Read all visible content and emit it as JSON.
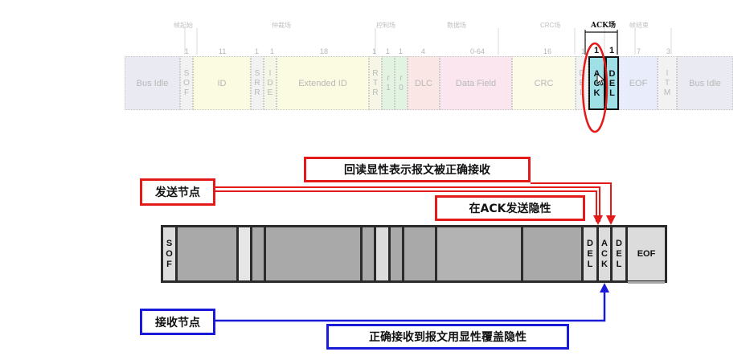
{
  "top_frame": {
    "section_labels": [
      "帧起始",
      "仲裁场",
      "控制场",
      "数据场",
      "CRC场",
      "ACK场",
      "帧结束"
    ],
    "bit_counts": [
      "1",
      "11",
      "1",
      "1",
      "18",
      "1",
      "1",
      "1",
      "4",
      "0-64",
      "16",
      "1",
      "1",
      "1",
      "7",
      "3"
    ],
    "fields": {
      "bus_idle_left": "Bus Idle",
      "sof": [
        "S",
        "O",
        "F"
      ],
      "id": "ID",
      "srr": [
        "S",
        "R",
        "R"
      ],
      "ide": [
        "I",
        "D",
        "E"
      ],
      "extended_id": "Extended ID",
      "rtr": [
        "R",
        "T",
        "R"
      ],
      "r1": [
        "r",
        "1"
      ],
      "r0": [
        "r",
        "0"
      ],
      "dlc": "DLC",
      "data_field": "Data Field",
      "crc": "CRC",
      "crc_del": [
        "D",
        "E",
        "L"
      ],
      "ack": [
        "A",
        "C",
        "K"
      ],
      "ack_del": [
        "D",
        "E",
        "L"
      ],
      "eof": "EOF",
      "itm": [
        "I",
        "T",
        "M"
      ],
      "bus_idle_right": "Bus Idle"
    }
  },
  "callouts": {
    "readback": "回读显性表示报文被正确接收",
    "sender": "发送节点",
    "ack_recessive": "在ACK发送隐性",
    "receiver": "接收节点",
    "receiver_ack": "正确接收到报文用显性覆盖隐性"
  },
  "bottom_frame": {
    "sof": [
      "S",
      "O",
      "F"
    ],
    "crc_del": [
      "D",
      "E",
      "L"
    ],
    "ack": [
      "A",
      "C",
      "K"
    ],
    "ack_del": [
      "D",
      "E",
      "L"
    ],
    "eof": "EOF"
  },
  "colors": {
    "red": "#e31a1a",
    "blue": "#1a1ad9",
    "dark_gray": "#2b2b2b",
    "mid_gray": "#a9a9a9",
    "ack_cyan": "#9fdfe6"
  }
}
